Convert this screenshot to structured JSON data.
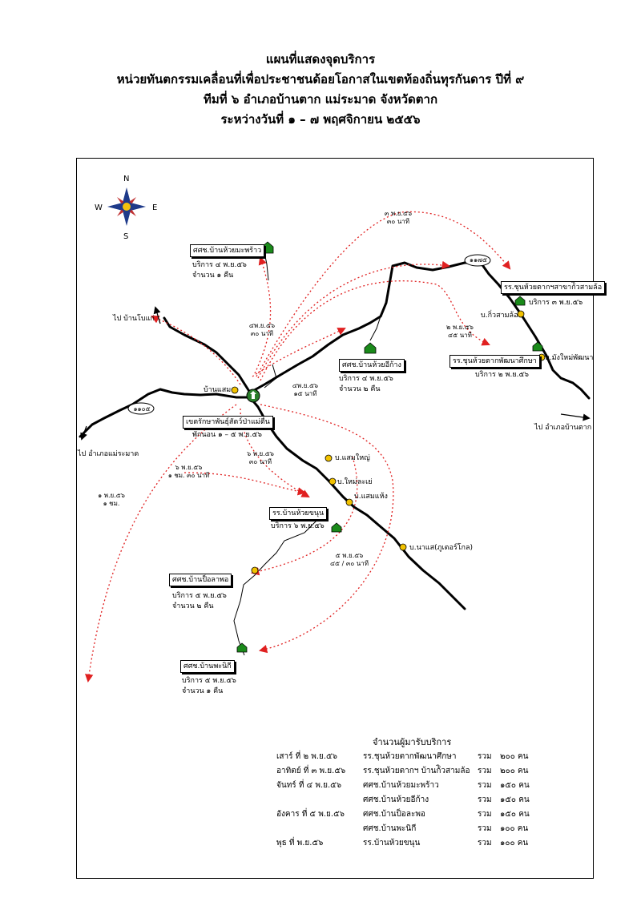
{
  "title": {
    "line1": "แผนที่แสดงจุดบริการ",
    "line2": "หน่วยทันตกรรมเคลื่อนที่เพื่อประชาชนด้อยโอกาสในเขตท้องถิ่นทุรกันดาร  ปีที่ ๙",
    "line3": "ทีมที่ ๖   อำเภอบ้านตาก แม่ระมาด   จังหวัดตาก",
    "line4": "ระหว่างวันที่ ๑ – ๗ พฤศจิกายน ๒๕๕๖"
  },
  "compass": {
    "n": "N",
    "s": "S",
    "e": "E",
    "w": "W"
  },
  "colors": {
    "route": "#e02020",
    "river": "#000000",
    "site": "#1a8a1a"
  },
  "places": {
    "mae_ramat_1": {
      "title": "ศศช.บ้านห้วยมะพร้าว",
      "l1": "บริการ ๔ พ.ย.๕๖",
      "l2": "จำนวน ๑ คืน"
    },
    "mae_ramat_2": {
      "title": "ศศช.บ้านห้วยอีก้าง",
      "l1": "บริการ ๔ พ.ย.๕๖",
      "l2": "จำนวน ๒ คืน"
    },
    "school_1": {
      "title": "รร.ชุนห้วยตากฯสาขาก้ิวสามล้อ",
      "l1": "บริการ ๓ พ.ย.๕๖"
    },
    "school_2": {
      "title": "รร.ชุนห้วยตากพัฒนาศึกษา",
      "l1": "บริการ ๒ พ.ย.๕๖"
    },
    "wildlife": {
      "title": "เขตรักษาพันธุ์สัตว์ป่าแม่ตื่น",
      "l1": "พักนอน ๑ – ๕ พ.ย.๕๖"
    },
    "school_3": {
      "title": "รร.บ้านห้วยขนุน",
      "l1": "บริการ ๖ พ.ย.๕๖"
    },
    "site_olapho": {
      "title": "ศศช.บ้านป็อลาพอ",
      "l1": "บริการ ๕ พ.ย.๕๖",
      "l2": "จำนวน ๒ คืน"
    },
    "site_phani": {
      "title": "ศศช.บ้านพะนิกี",
      "l1": "บริการ ๕ พ.ย.๕๖",
      "l2": "จำนวน ๑ คืน"
    }
  },
  "labels": {
    "to_mae_ramat": "ไป อำเภอแม่ระมาด",
    "to_ban_tak": "ไป อำเภอบ้านตาก",
    "to_ban_bo": "ไป บ้านโบแก่",
    "ban_saem": "บ้านแสม",
    "kiw_sam_lo": "บ.กิ่วสามล้อ",
    "mang_mai": "บ.มังใหม่พัฒนา",
    "saem_yai": "บ.แสมใหญ่",
    "mai_la_e": "บ.ใหม่ละเย่",
    "saem_haeng": "บ.แสมแห้ง",
    "na_lae": "บ.นาแส(ภูเตอร์โกล)",
    "road_1105": "๑๑๐๕",
    "road_1175": "๑๑๗๕"
  },
  "routes": {
    "r1": {
      "l1": "๓ พ.ย.๕๖",
      "l2": "๓๐ นาที"
    },
    "r2": {
      "l1": "๔พ.ย.๕๖",
      "l2": "๓๐ นาที"
    },
    "r3": {
      "l1": "๒ พ.ย.๕๖",
      "l2": "๔๕ นาที"
    },
    "r4": {
      "l1": "๔พ.ย.๕๖",
      "l2": "๑๕ นาที"
    },
    "r5": {
      "l1": "๖ พ.ย.๕๖",
      "l2": "๑ ชม. ๓๐ นาที"
    },
    "r6": {
      "l1": "๖ พ.ย.๕๖",
      "l2": "๓๐ นาที"
    },
    "r7": {
      "l1": "๑ พ.ย.๕๖",
      "l2": "๑ ชม."
    },
    "r8": {
      "l1": "๕ พ.ย.๕๖",
      "l2": "๔๕ / ๓๐ นาที"
    }
  },
  "summary": {
    "title": "จำนวนผู้มารับบริการ",
    "sum_label": "รวม",
    "rows": [
      {
        "day": "เสาร์ ที่ ๒ พ.ย.๕๖",
        "place": "รร.ชุนห้วยตากพัฒนาศึกษา",
        "count": "๒๐๐ คน"
      },
      {
        "day": "อาทิตย์ ที่ ๓ พ.ย.๕๖",
        "place": "รร.ชุนห้วยตากฯ บ้านก้ิวสามล้อ",
        "count": "๒๐๐ คน"
      },
      {
        "day": "จันทร์ ที่ ๔ พ.ย.๕๖",
        "place": "ศศช.บ้านห้วยมะพร้าว",
        "count": "๑๕๐ คน"
      },
      {
        "day": "",
        "place": "ศศช.บ้านห้วยอีก้าง",
        "count": "๑๕๐ คน"
      },
      {
        "day": "อังคาร ที่ ๕ พ.ย.๕๖",
        "place": "ศศช.บ้านป็อละพอ",
        "count": "๑๕๐ คน"
      },
      {
        "day": "",
        "place": "ศศช.บ้านพะนิกี",
        "count": "๑๐๐ คน"
      },
      {
        "day": "พุธ ที่ พ.ย.๕๖",
        "place": "รร.บ้านห้วยขนุน",
        "count": "๑๐๐ คน"
      }
    ]
  }
}
